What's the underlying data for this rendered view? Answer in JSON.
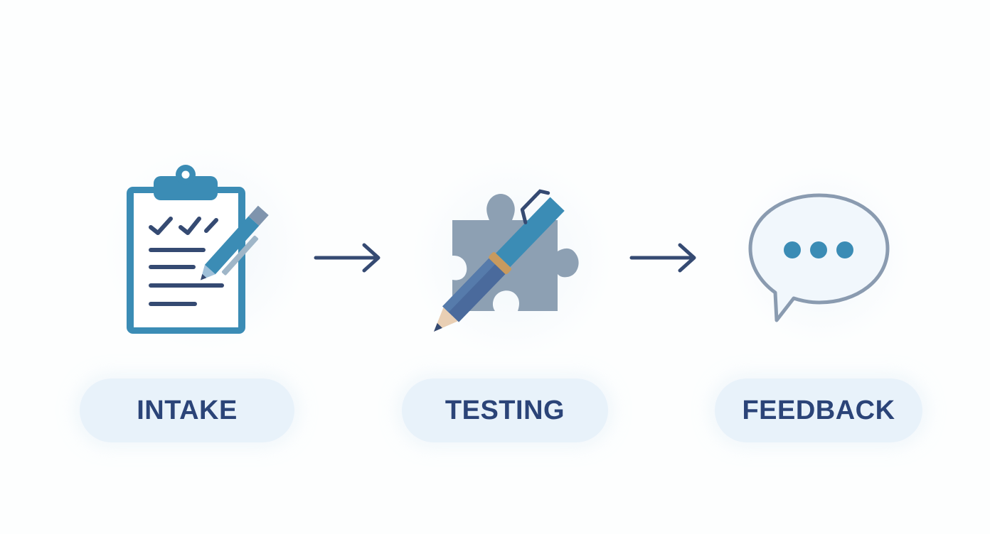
{
  "steps": [
    {
      "label": "INTAKE",
      "icon": "clipboard-pencil-icon"
    },
    {
      "label": "TESTING",
      "icon": "puzzle-pencil-icon"
    },
    {
      "label": "FEEDBACK",
      "icon": "speech-bubble-icon"
    }
  ],
  "connectors": [
    {
      "icon": "arrow-right-icon"
    },
    {
      "icon": "arrow-right-icon"
    }
  ],
  "colors": {
    "pill_background": "#e8f2fa",
    "label_text": "#2b4478",
    "primary_blue": "#3b8cb5",
    "navy": "#354a72",
    "slate": "#8da0b3",
    "tan": "#c89a5e"
  }
}
